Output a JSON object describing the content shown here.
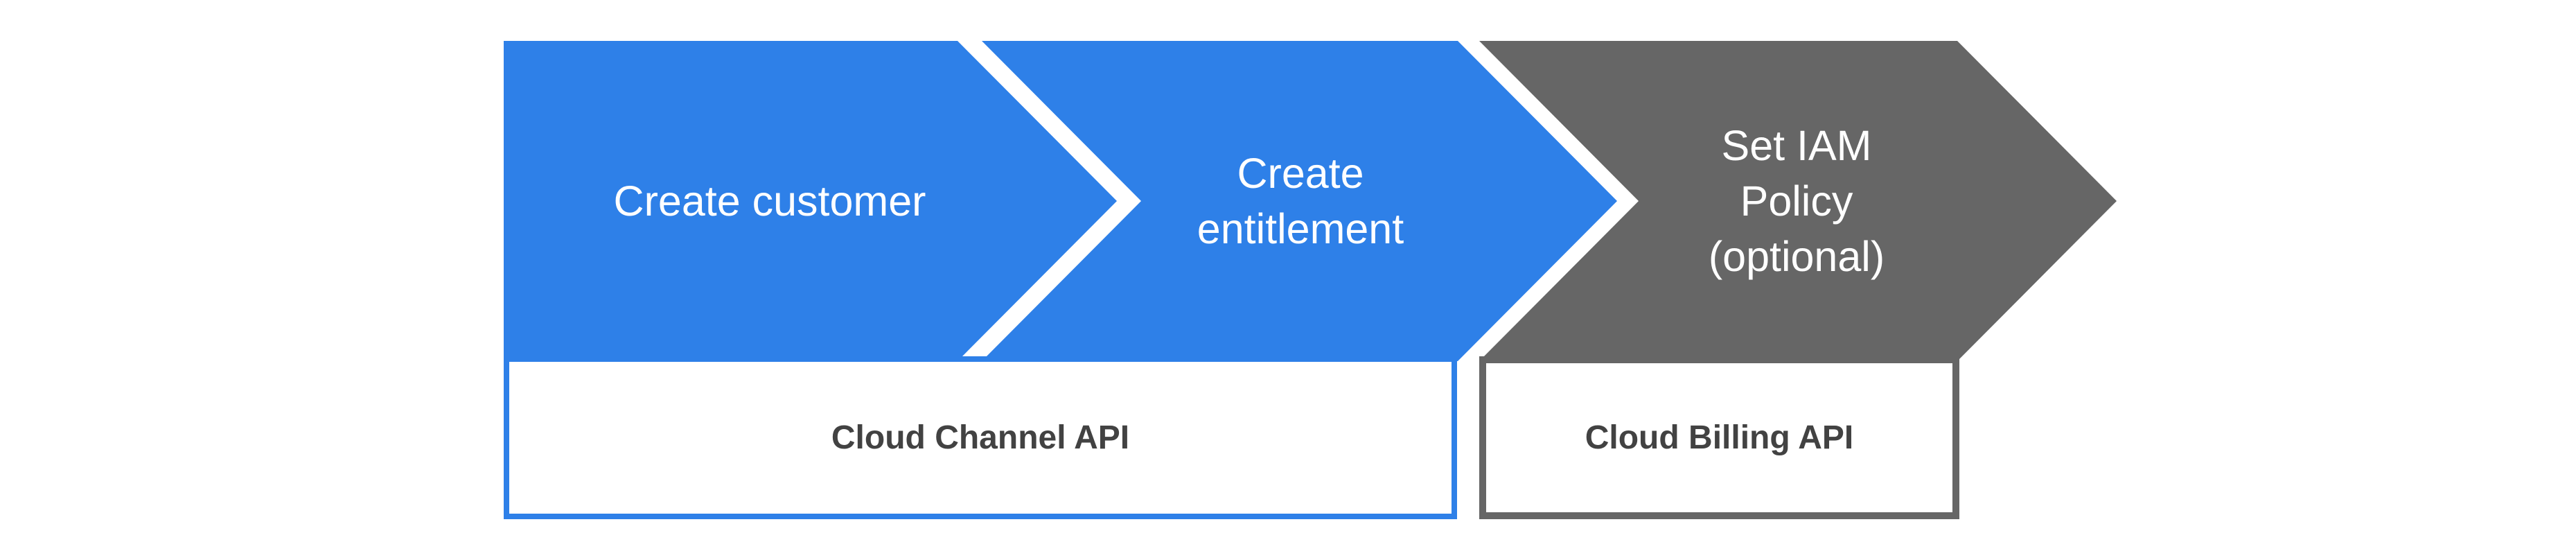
{
  "page": {
    "background": "#ffffff"
  },
  "flow": {
    "steps": [
      {
        "name": "create-customer",
        "lines": [
          "Create customer"
        ],
        "fill": "#2e80e8",
        "text_color": "#ffffff"
      },
      {
        "name": "create-entitlement",
        "lines": [
          "Create",
          "entitlement"
        ],
        "fill": "#2e80e8",
        "text_color": "#ffffff"
      },
      {
        "name": "set-iam-policy",
        "lines": [
          "Set IAM",
          "Policy",
          "(optional)"
        ],
        "fill": "#666666",
        "text_color": "#ffffff"
      }
    ],
    "api_boxes": [
      {
        "name": "cloud-channel-api",
        "label": "Cloud Channel API",
        "border_color": "#2e80e8",
        "fill": "#ffffff",
        "text_color": "#424242"
      },
      {
        "name": "cloud-billing-api",
        "label": "Cloud Billing API",
        "border_color": "#666666",
        "fill": "#ffffff",
        "text_color": "#424242"
      }
    ]
  }
}
